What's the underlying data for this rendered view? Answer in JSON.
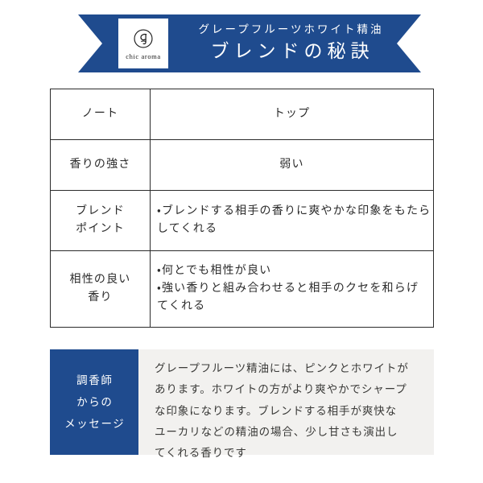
{
  "banner": {
    "logo": {
      "mark": "ca-monogram-circle",
      "brand_name": "chic aroma"
    },
    "subtitle": "グレープフルーツホワイト精油",
    "title": "ブレンドの秘訣",
    "background_color": "#1F4B8E",
    "text_color": "#FFFFFF"
  },
  "table": {
    "rows": [
      {
        "label": "ノート",
        "value_lines": [
          "トップ"
        ],
        "align": "center"
      },
      {
        "label": "香りの強さ",
        "value_lines": [
          "弱い"
        ],
        "align": "center"
      },
      {
        "label_lines": [
          "ブレンド",
          "ポイント"
        ],
        "value_lines": [
          "・ブレンドする相手の香りに爽やかな印象をもたら",
          "してくれる"
        ],
        "align": "left"
      },
      {
        "label_lines": [
          "相性の良い",
          "香り"
        ],
        "value_lines": [
          "・何とでも相性が良い",
          "・強い香りと組み合わせると相手のクセを和らげ",
          "てくれる"
        ],
        "align": "left"
      }
    ],
    "border_color": "#2B2B2B"
  },
  "message": {
    "label_lines": [
      "調香師",
      "からの",
      "メッセージ"
    ],
    "label_background": "#1F4B8E",
    "body_background": "#F2F1EF",
    "body_lines": [
      "グレープフルーツ精油には、ピンクとホワイトが",
      "あります。ホワイトの方がより爽やかでシャープ",
      "な印象になります。ブレンドする相手が爽快な",
      "ユーカリなどの精油の場合、少し甘さも演出し",
      "てくれる香りです"
    ]
  }
}
